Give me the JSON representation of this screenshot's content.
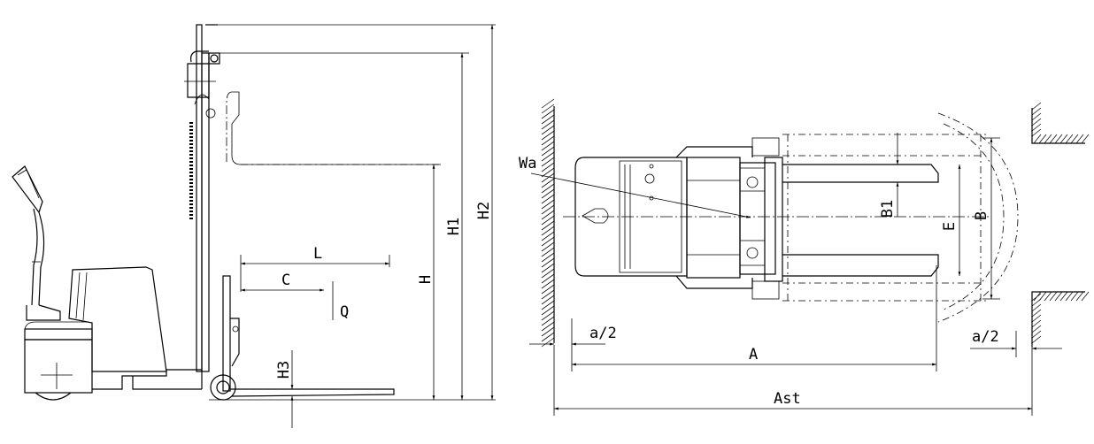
{
  "side_view": {
    "labels": {
      "L": "L",
      "C": "C",
      "Q": "Q",
      "H": "H",
      "H1": "H1",
      "H2": "H2",
      "H3": "H3"
    }
  },
  "top_view": {
    "labels": {
      "Wa": "Wa",
      "B1": "B1",
      "E": "E",
      "B": "B",
      "A": "A",
      "Ast": "Ast",
      "a2_left": "a/2",
      "a2_right": "a/2"
    }
  }
}
